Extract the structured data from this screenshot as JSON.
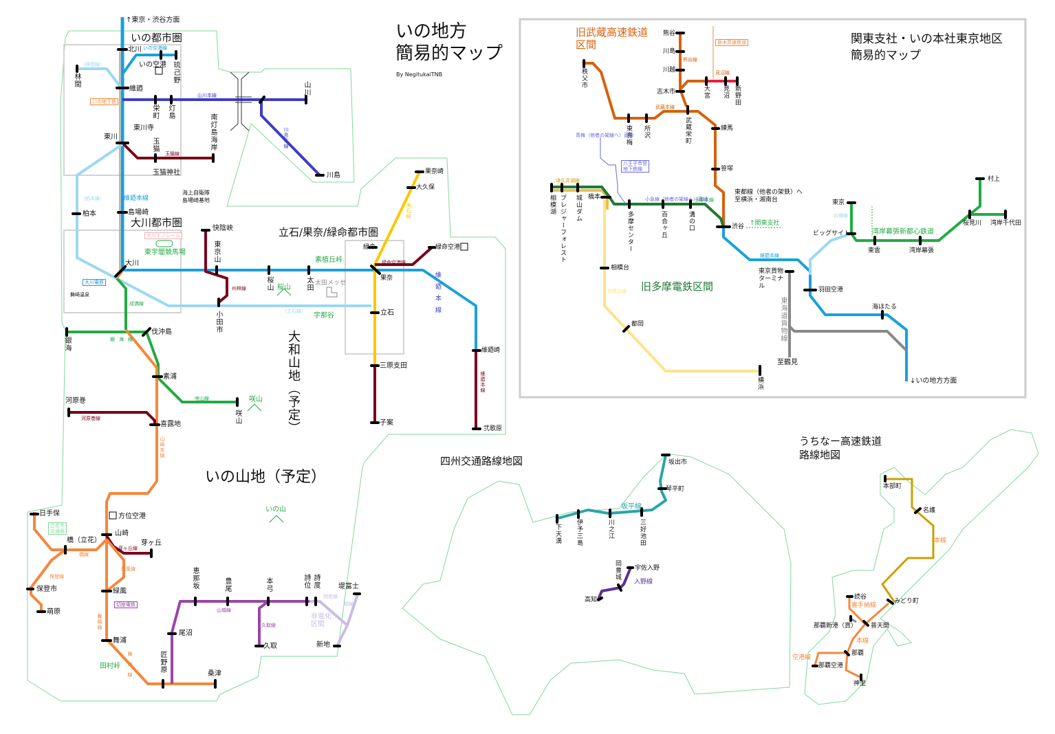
{
  "main_title": {
    "line1": "いの地方",
    "line2": "簡易的マップ",
    "credit": "By NegitukaiTNB"
  },
  "direction_north": "↑東京・渋谷方面",
  "regions": {
    "ino_metro": "いの都市圏",
    "okawa_metro": "大川都市圏",
    "tateishi_metro": "立石/果奈/緑命都市圏",
    "yamato_mountains": "大和山地（予定）",
    "ino_mountains": "いの山地（予定）"
  },
  "ino_stations": [
    "北川",
    "いの空港",
    "琉己野",
    "林間",
    "維廼",
    "栄町",
    "灯島",
    "東川寺",
    "東川",
    "玉猫",
    "玉猫神社",
    "南灯島海岸",
    "山川",
    "川島",
    "柏本",
    "島場崎"
  ],
  "ino_lines": {
    "airport": "いの空港線",
    "rinkan": "（林間線）",
    "subway": "いの地下鉄",
    "yamakawa": "山川本線",
    "tamaneko": "玉猫線",
    "kawashima": "川島本線",
    "kashiwamoto": "（柏本線）",
    "inohonsen": "維廼本線"
  },
  "landmarks": {
    "navy_base": "海上自衛隊\n島場崎基地",
    "racecourse": "東宇闇競馬場",
    "monorail": "大川モノレール",
    "okawa_dentetsu": "大川電鉄",
    "onsen": "舞崎温泉",
    "ota_messe": "太田メッセ",
    "sakurayama_mt": "桜山",
    "unaya": "宇那谷",
    "sohokutoge": "素植丘峠",
    "sakiyama_mt": "咲山",
    "ino_mt": "いの山",
    "tamuratoge": "田村峠",
    "tachibana_kotsu": "立花市\n交通局",
    "kiridai": "切座電鉄",
    "non_electric": "非電化\n区間"
  },
  "central_stations": [
    "大川",
    "快陰峡",
    "東京山",
    "小田市",
    "桜山",
    "太田",
    "緑命",
    "果奈",
    "立石",
    "三原支田",
    "子案",
    "果奈崎",
    "大久保",
    "緑命空港",
    "維廼崎",
    "弐歌原"
  ],
  "central_lines": {
    "shurin": "州林線",
    "tateishi": "（立石線）",
    "umiishi": "海石線",
    "ryokumei_airport": "緑命空港線",
    "ino_honsen": "維廼本線",
    "ino_honsen_south": "維廼本線"
  },
  "south_stations": [
    "伐沖島",
    "銀海",
    "素浦",
    "咲山",
    "河原巻",
    "喜露地",
    "方位空港",
    "山崎",
    "芽ヶ丘",
    "日手保",
    "橋（立花）",
    "保登市",
    "萌原",
    "緑風",
    "舞浦",
    "匠野原",
    "尾沼",
    "桑津",
    "恵那坂",
    "豊尾",
    "本弓",
    "久取",
    "詩位",
    "詩度",
    "堤富士",
    "新地"
  ],
  "south_lines": {
    "seimitsu": "成満線",
    "ginkai": "銀海線",
    "sakiyama": "咲山線",
    "kawarabama": "河原巻線",
    "yamazaki": "山崎本線",
    "megaoka": "芽ヶ丘線",
    "midoriline": "緑風線",
    "tachibana": "橋線",
    "hodo": "保登線",
    "maisaki": "舞崎線",
    "maitsu": "舞津線",
    "yamashiro": "山城線",
    "kutori": "久取線",
    "shido": "詩度線",
    "tei": "堤線"
  },
  "kanto": {
    "title": "関東支社・いの本社東京地区\n簡易的マップ",
    "musashi_section": "旧武蔵高速鉄道\n区間",
    "tama_section": "旧多摩電鉄区間",
    "bay_railway": "湾岸幕張新都心鉄道",
    "stations": [
      "熊谷",
      "川島",
      "川越",
      "志木市",
      "大宮",
      "見沼",
      "新野田",
      "秩父市",
      "東青梅",
      "所沢",
      "武蔵栄町",
      "練馬",
      "笹塚",
      "相模湖",
      "プレジャーフォレスト",
      "城山ダム",
      "橋本",
      "多摩センター",
      "百合ヶ丘",
      "溝の口",
      "渋谷",
      "相模台",
      "都岡",
      "横浜",
      "東京貨物ターミナル",
      "至鶴見",
      "羽田空港",
      "海ほたる",
      "東京",
      "ビッグサイト",
      "東雲",
      "湾岸幕張",
      "桜見川",
      "湾岸千代田",
      "村上"
    ],
    "lines": {
      "kumagaya": "熊谷線",
      "minuma": "見沼線",
      "musashi": "武蔵本線",
      "tochigi": "栃木高速鉄道",
      "tsukui": "津久井湖線",
      "tama": "多摩本線",
      "sagamidai": "相模台線",
      "tokaido_freight": "東海道貨物線",
      "daiba": "台場線",
      "ino_main": "維廼本線",
      "oume_note": "青梅（他者の架線へ）直通",
      "odakyu_note": "小急線（他者の架線へ）直通",
      "hachioji": "八王子市営\n地下鉄線"
    },
    "toto_note": "東都線（他者の架鉄）へ\n至横浜・湘南台",
    "kanto_branch": "↑関東支社",
    "south_dir": "↓いの地方方面"
  },
  "shikoku": {
    "title": "四州交通路線地図",
    "stations": [
      "坂出市",
      "琴平町",
      "三好池田",
      "川之江",
      "伊予三島",
      "下天満",
      "宇佐入野",
      "岡豊城",
      "高知"
    ],
    "lines": {
      "sakahira": "坂平線",
      "irino": "入野線"
    }
  },
  "okinawa": {
    "title": "うちなー高速鉄道\n路線地図",
    "stations": [
      "本部町",
      "名護",
      "みどり町",
      "読谷",
      "普天間",
      "那覇新港（貨）",
      "那覇",
      "那覇空港",
      "神里"
    ],
    "lines": {
      "main_north": "本線",
      "kadena": "嘉手納線",
      "main_south": "本線",
      "airport": "空港線"
    }
  },
  "colors": {
    "ino_blue": "#1aa0dc",
    "light_blue": "#9cd8f2",
    "navy": "#3c3cc8",
    "maroon": "#7a0019",
    "green": "#22aa44",
    "orange": "#f5873c",
    "yellow": "#f8c800",
    "purple": "#9a45a8",
    "lavender": "#c8bce8",
    "kanto_orange": "#d8600c",
    "tama_green": "#1e7a32",
    "pale_yellow": "#fde38a",
    "gray": "#888888",
    "teal": "#2aa5a8",
    "indigo": "#553399",
    "gold": "#c9a000",
    "boundary": "#7ed99a"
  }
}
